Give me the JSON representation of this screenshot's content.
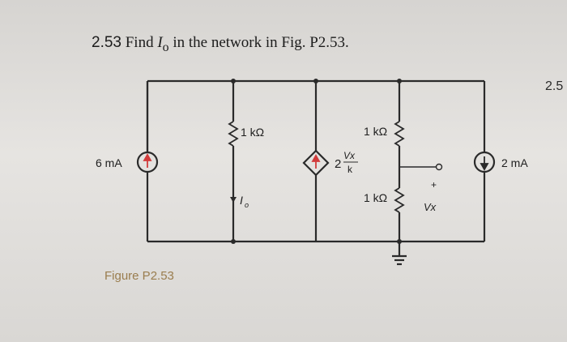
{
  "problem": {
    "number": "2.53",
    "text_before": "Find ",
    "var_main": "I",
    "var_sub": "o",
    "text_after": " in the network in Fig. P2.53."
  },
  "edge_text": "2.5",
  "figure_label": "Figure P2.53",
  "circuit": {
    "source_left": "6 mA",
    "source_right": "2 mA",
    "r1": "1 kΩ",
    "r2": "1 kΩ",
    "r3": "1 kΩ",
    "dep_coef": "2",
    "dep_num": "Vx",
    "dep_den": "k",
    "io_main": "I",
    "io_sub": "o",
    "vx": "Vx",
    "plus": "+"
  }
}
